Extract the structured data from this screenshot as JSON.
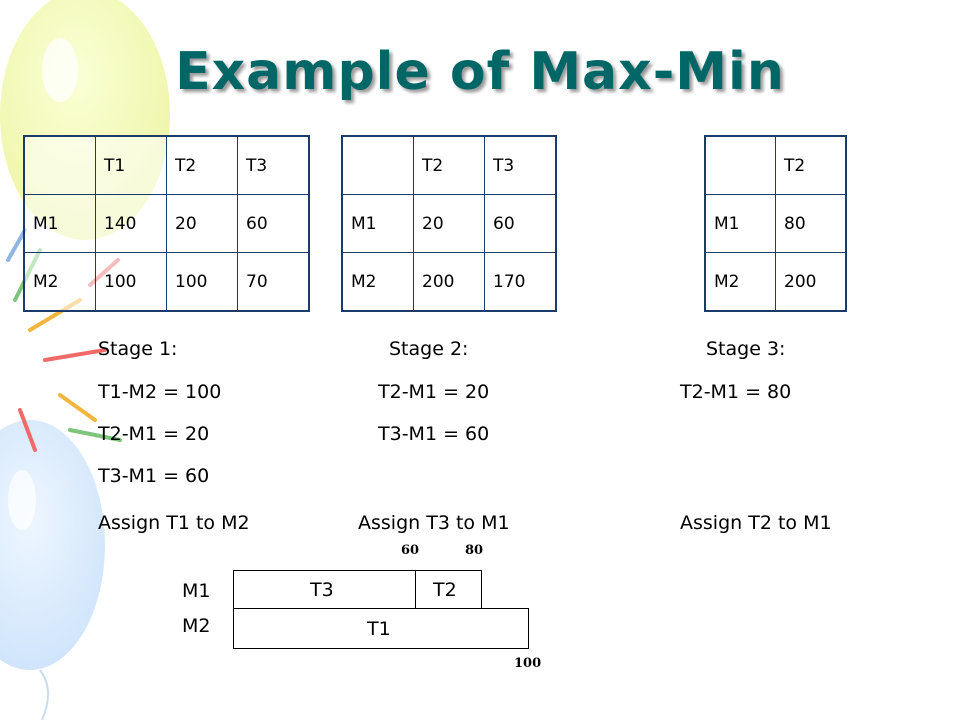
{
  "title": "Example of Max-Min",
  "tables": [
    {
      "header": [
        "",
        "T1",
        "T2",
        "T3"
      ],
      "rows": [
        [
          "M1",
          "140",
          "20",
          "60"
        ],
        [
          "M2",
          "100",
          "100",
          "70"
        ]
      ]
    },
    {
      "header": [
        "",
        "T2",
        "T3"
      ],
      "rows": [
        [
          "M1",
          "20",
          "60"
        ],
        [
          "M2",
          "200",
          "170"
        ]
      ]
    },
    {
      "header": [
        "",
        "T2"
      ],
      "rows": [
        [
          "M1",
          "80"
        ],
        [
          "M2",
          "200"
        ]
      ]
    }
  ],
  "stages": [
    {
      "label": "Stage 1:",
      "lines": [
        "T1-M2 = 100",
        "T2-M1 = 20",
        "T3-M1 = 60"
      ],
      "assign": "Assign T1 to M2"
    },
    {
      "label": "Stage 2:",
      "lines": [
        "T2-M1 = 20",
        "T3-M1 = 60"
      ],
      "assign": "Assign T3 to M1"
    },
    {
      "label": "Stage 3:",
      "lines": [
        "T2-M1 = 80"
      ],
      "assign": "Assign T2 to M1"
    }
  ],
  "gantt": {
    "machines": [
      "M1",
      "M2"
    ],
    "m1_tasks": [
      "T3",
      "T2"
    ],
    "m2_tasks": [
      "T1"
    ],
    "time_top": [
      "60",
      "80"
    ],
    "time_bottom": [
      "100"
    ]
  }
}
